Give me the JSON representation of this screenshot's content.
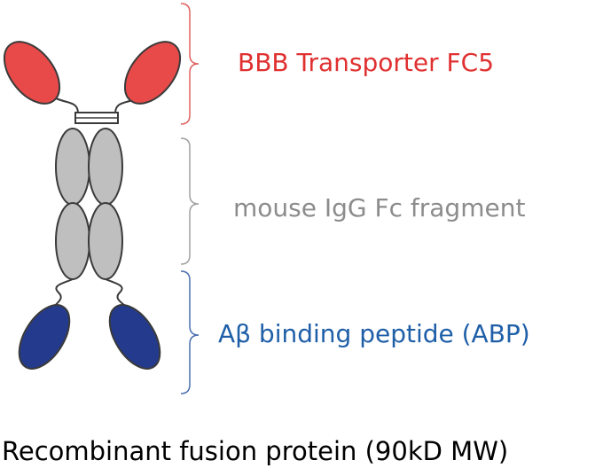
{
  "labels": {
    "transporter": "BBB Transporter FC5",
    "fc_fragment": "mouse IgG Fc fragment",
    "abp": "Aβ binding peptide (ABP)"
  },
  "caption": "Recombinant fusion protein (90kD MW)",
  "colors": {
    "transporter": "#e03030",
    "transporter_domain": "#e84a4a",
    "fc_text": "#8c8c8c",
    "fc_domain": "#c0bfbf",
    "abp_text": "#1f5fa8",
    "abp_domain": "#243a8c",
    "bracket_red": "#e06060",
    "bracket_gray": "#a0a0a0",
    "bracket_blue": "#4a6fb0",
    "outline": "#3a3a3a"
  }
}
